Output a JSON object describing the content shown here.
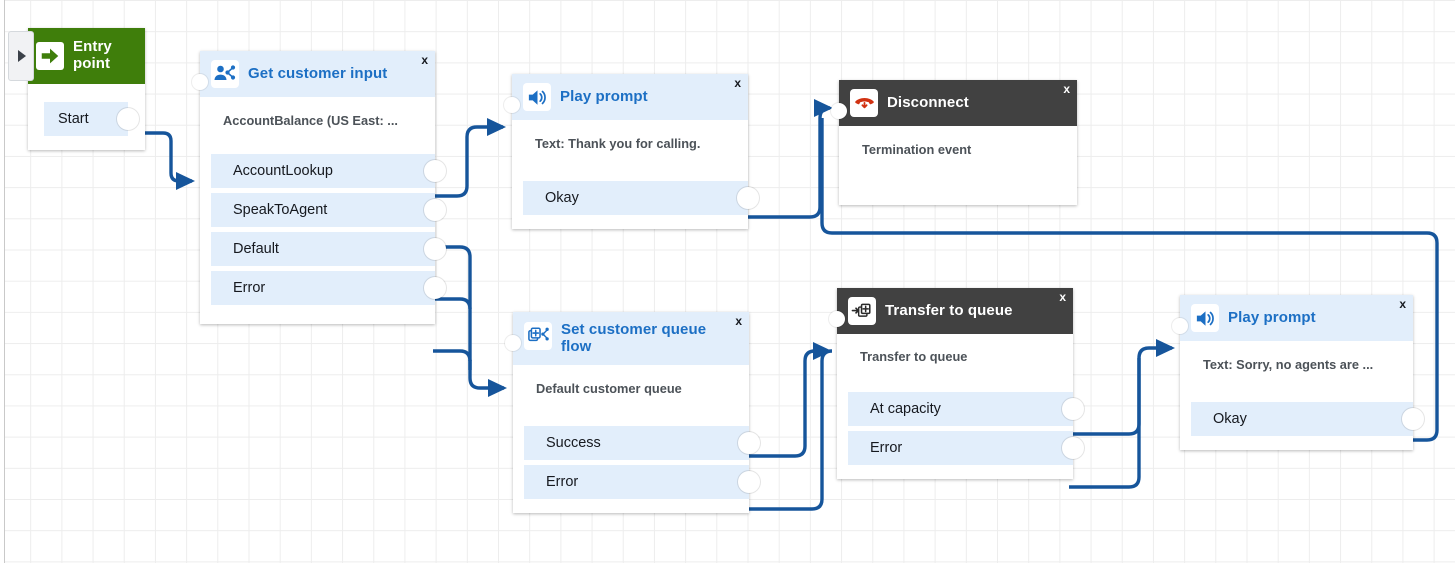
{
  "app": {
    "name": "contact-flow-designer"
  },
  "canvas": {
    "collapse_tab_icon": "triangle-right-icon",
    "grid": "dotted-grid"
  },
  "colors": {
    "wire": "#16559b",
    "header_light": "#e2eefb",
    "header_dark": "#414141",
    "header_green": "#3f7e0b",
    "title_blue": "#1c6fc4",
    "port_bg": "#e2eefb",
    "disconnect_red": "#d13212"
  },
  "nodes": {
    "entry_point": {
      "title": "Entry point",
      "icon": "arrow-right-icon",
      "ports": [
        {
          "label": "Start"
        }
      ]
    },
    "get_customer_input": {
      "title": "Get customer input",
      "icon": "get-customer-input-icon",
      "close_label": "x",
      "subtitle": "AccountBalance (US East: ...",
      "ports": [
        {
          "label": "AccountLookup"
        },
        {
          "label": "SpeakToAgent"
        },
        {
          "label": "Default"
        },
        {
          "label": "Error"
        }
      ]
    },
    "play_prompt_1": {
      "title": "Play prompt",
      "icon": "speaker-icon",
      "close_label": "x",
      "subtitle": "Text: Thank you for calling.",
      "ports": [
        {
          "label": "Okay"
        }
      ]
    },
    "disconnect": {
      "title": "Disconnect",
      "icon": "hang-up-phone-icon",
      "close_label": "x",
      "subtitle": "Termination event",
      "ports": []
    },
    "set_customer_queue_flow": {
      "title": "Set customer queue flow",
      "icon": "set-queue-flow-icon",
      "close_label": "x",
      "subtitle": "Default customer queue",
      "ports": [
        {
          "label": "Success"
        },
        {
          "label": "Error"
        }
      ]
    },
    "transfer_to_queue": {
      "title": "Transfer to queue",
      "icon": "transfer-to-queue-icon",
      "close_label": "x",
      "subtitle": "Transfer to queue",
      "ports": [
        {
          "label": "At capacity"
        },
        {
          "label": "Error"
        }
      ]
    },
    "play_prompt_2": {
      "title": "Play prompt",
      "icon": "speaker-icon",
      "close_label": "x",
      "subtitle": "Text: Sorry, no agents are ...",
      "ports": [
        {
          "label": "Okay"
        }
      ]
    }
  },
  "connections": [
    {
      "from": "entry_point.Start",
      "to": "get_customer_input"
    },
    {
      "from": "get_customer_input.AccountLookup",
      "to": "play_prompt_1"
    },
    {
      "from": "get_customer_input.SpeakToAgent",
      "to": "set_customer_queue_flow"
    },
    {
      "from": "get_customer_input.Default",
      "to": "set_customer_queue_flow"
    },
    {
      "from": "get_customer_input.Error",
      "to": "set_customer_queue_flow"
    },
    {
      "from": "play_prompt_1.Okay",
      "to": "disconnect"
    },
    {
      "from": "set_customer_queue_flow.Success",
      "to": "transfer_to_queue"
    },
    {
      "from": "set_customer_queue_flow.Error",
      "to": "transfer_to_queue"
    },
    {
      "from": "transfer_to_queue.At capacity",
      "to": "play_prompt_2"
    },
    {
      "from": "transfer_to_queue.Error",
      "to": "play_prompt_2"
    },
    {
      "from": "play_prompt_2.Okay",
      "to": "disconnect"
    }
  ]
}
